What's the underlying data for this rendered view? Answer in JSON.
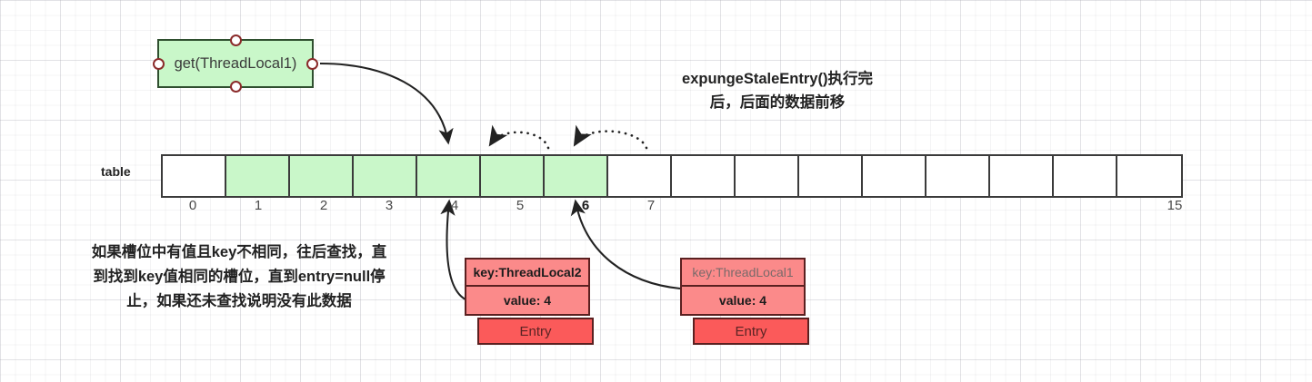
{
  "diagram": {
    "title_note": [
      "expungeStaleEntry()执行完",
      "后，后面的数据前移"
    ],
    "left_note": [
      "如果槽位中有值且key不相同，往后查找，直",
      "到找到key值相同的槽位，直到entry=null停",
      "止，如果还未查找说明没有此数据"
    ],
    "get_box": {
      "label": "get(ThreadLocal1)"
    },
    "table": {
      "label": "table",
      "cells": [
        {
          "index": "0",
          "filled": false,
          "bold_index": false
        },
        {
          "index": "1",
          "filled": true,
          "bold_index": false
        },
        {
          "index": "2",
          "filled": true,
          "bold_index": false
        },
        {
          "index": "3",
          "filled": true,
          "bold_index": false
        },
        {
          "index": "4",
          "filled": true,
          "bold_index": false
        },
        {
          "index": "5",
          "filled": true,
          "bold_index": false
        },
        {
          "index": "6",
          "filled": true,
          "bold_index": true
        },
        {
          "index": "7",
          "filled": false,
          "bold_index": false
        },
        {
          "index": "",
          "filled": false,
          "bold_index": false
        },
        {
          "index": "",
          "filled": false,
          "bold_index": false
        },
        {
          "index": "",
          "filled": false,
          "bold_index": false
        },
        {
          "index": "",
          "filled": false,
          "bold_index": false
        },
        {
          "index": "",
          "filled": false,
          "bold_index": false
        },
        {
          "index": "",
          "filled": false,
          "bold_index": false
        },
        {
          "index": "",
          "filled": false,
          "bold_index": false
        },
        {
          "index": "15",
          "filled": false,
          "bold_index": false
        }
      ]
    },
    "entries": [
      {
        "key": "key:ThreadLocal2",
        "value": "value: 4",
        "footer": "Entry",
        "key_style": "bold",
        "value_style": "bold"
      },
      {
        "key": "key:ThreadLocal1",
        "value": "value: 4",
        "footer": "Entry",
        "key_style": "muted",
        "value_style": "bold"
      }
    ],
    "colors": {
      "cell_fill": "#c9f7c9",
      "cell_border": "#3b3b3b",
      "get_box_fill": "#c9f7c9",
      "get_box_border": "#2f4f2f",
      "entry_fill": "#fb8a8a",
      "entry_footer_fill": "#fb5a5a",
      "entry_border": "#5a2020",
      "connector_border": "#8b2b2b",
      "arrow": "#222222"
    }
  }
}
